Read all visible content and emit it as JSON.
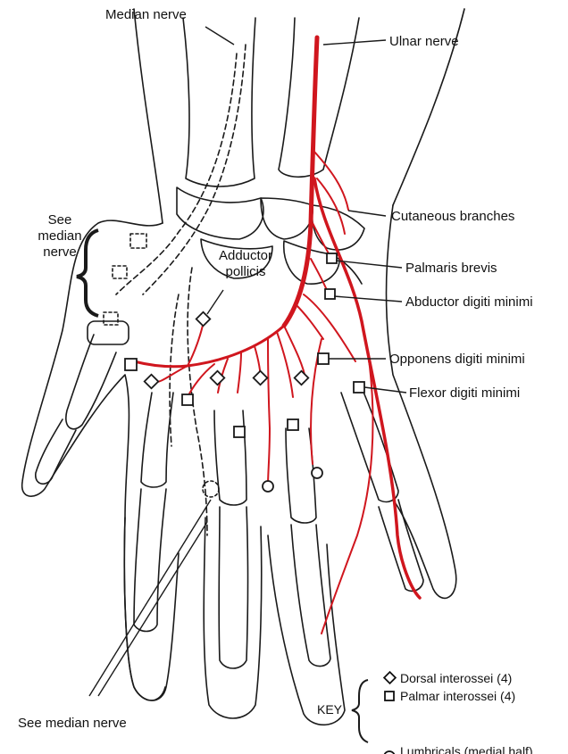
{
  "labels": {
    "median_nerve_top": "Median nerve",
    "ulnar_nerve": "Ulnar nerve",
    "see_median_nerve_side": "See\nmedian\nnerve",
    "adductor_pollicis": "Adductor\npollicis",
    "cutaneous_branches": "Cutaneous branches",
    "palmaris_brevis": "Palmaris brevis",
    "abductor_digiti_minimi": "Abductor digiti minimi",
    "opponens_digiti_minimi": "Opponens digiti minimi",
    "flexor_digiti_minimi": "Flexor digiti minimi",
    "see_median_nerve_bottom": "See median nerve"
  },
  "key": {
    "title": "KEY",
    "items": [
      {
        "symbol": "diamond",
        "label": "Dorsal interossei (4)"
      },
      {
        "symbol": "square",
        "label": "Palmar interossei (4)"
      },
      {
        "symbol": "circle",
        "label": "Lumbricals (medial half)"
      }
    ]
  },
  "colors": {
    "nerve": "#d0161e",
    "outline": "#1a1a1a"
  }
}
